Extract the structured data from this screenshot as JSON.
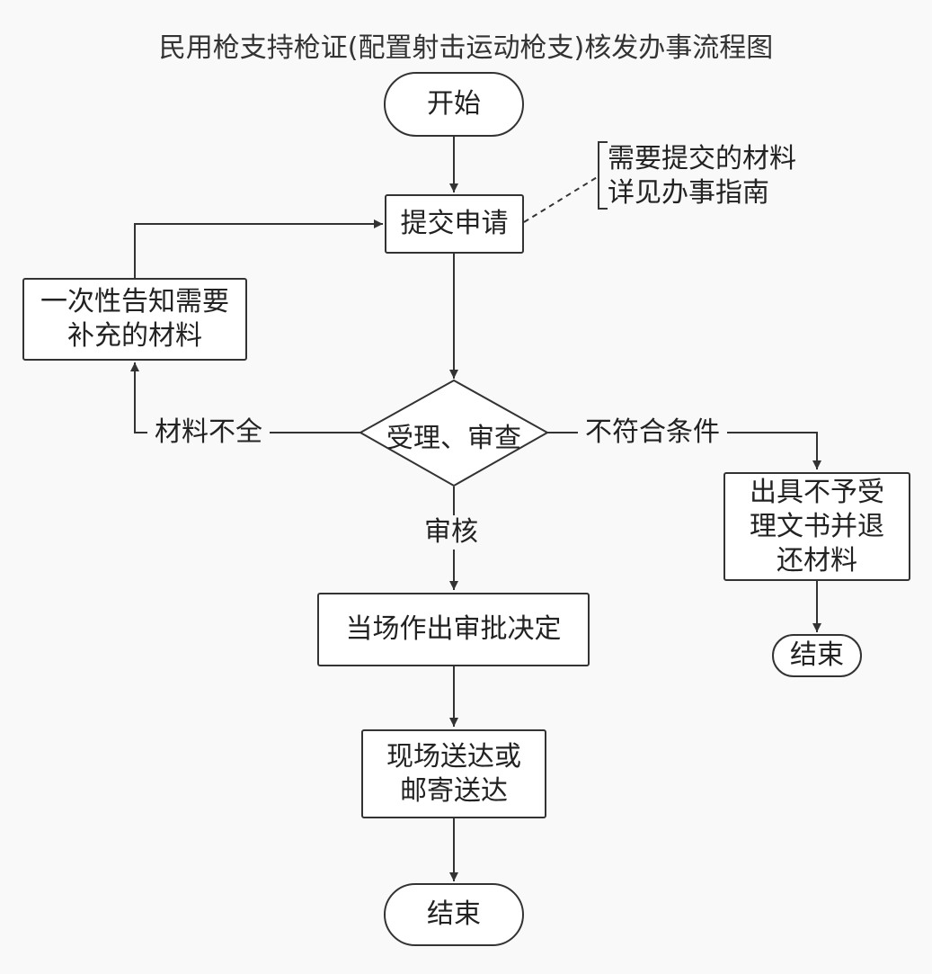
{
  "title": "民用枪支持枪证(配置射击运动枪支)核发办事流程图",
  "nodes": {
    "start": "开始",
    "submit": "提交申请",
    "notify": "一次性告知需要\n补充的材料",
    "review": "受理、审查",
    "decide": "当场作出审批决定",
    "deliver": "现场送达或\n邮寄送达",
    "end_main": "结束",
    "reject": "出具不予受\n理文书并退\n还材料",
    "end_reject": "结束"
  },
  "note": "需要提交的材料\n详见办事指南",
  "edge_labels": {
    "incomplete": "材料不全",
    "not_qualified": "不符合条件",
    "audit": "审核"
  },
  "colors": {
    "stroke": "#333333",
    "background": "#f9f9f9",
    "fill": "#ffffff"
  }
}
